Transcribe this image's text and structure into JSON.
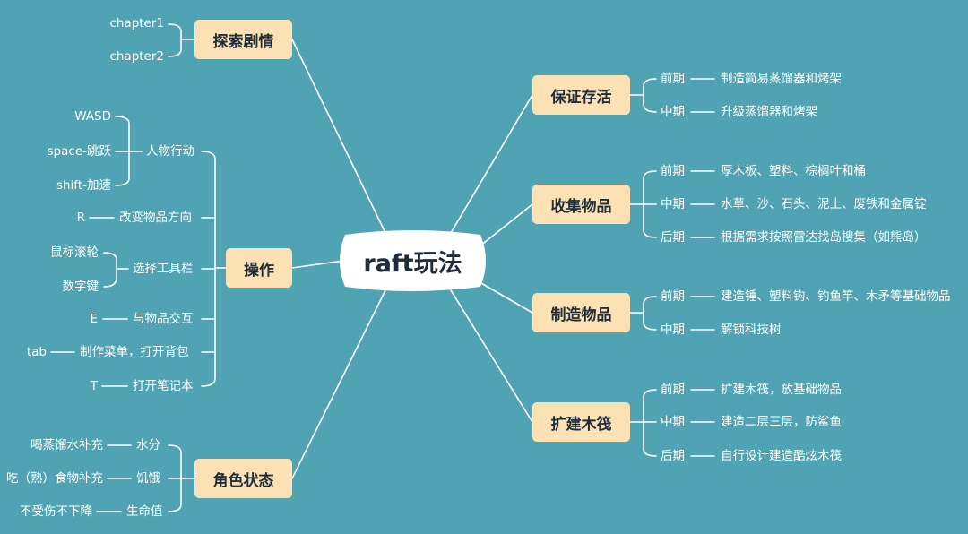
{
  "center": "raft玩法",
  "left": {
    "explore": {
      "label": "探索剧情",
      "items": [
        "chapter1",
        "chapter2"
      ]
    },
    "controls": {
      "label": "操作",
      "move": {
        "label": "人物行动",
        "items": [
          "WASD",
          "space-跳跃",
          "shift-加速"
        ]
      },
      "rotate": {
        "key": "R",
        "label": "改变物品方向"
      },
      "tool": {
        "label": "选择工具栏",
        "items": [
          "鼠标滚轮",
          "数字键"
        ]
      },
      "interact": {
        "key": "E",
        "label": "与物品交互"
      },
      "craft": {
        "key": "tab",
        "label": "制作菜单，打开背包"
      },
      "notes": {
        "key": "T",
        "label": "打开笔记本"
      }
    },
    "status": {
      "label": "角色状态",
      "items": [
        {
          "label": "水分",
          "note": "喝蒸馏水补充"
        },
        {
          "label": "饥饿",
          "note": "吃（熟）食物补充"
        },
        {
          "label": "生命值",
          "note": "不受伤不下降"
        }
      ]
    }
  },
  "right": {
    "survive": {
      "label": "保证存活",
      "stages": [
        {
          "phase": "前期",
          "text": "制造简易蒸馏器和烤架"
        },
        {
          "phase": "中期",
          "text": "升级蒸馏器和烤架"
        }
      ]
    },
    "collect": {
      "label": "收集物品",
      "stages": [
        {
          "phase": "前期",
          "text": "厚木板、塑料、棕榈叶和桶"
        },
        {
          "phase": "中期",
          "text": "水草、沙、石头、泥土、废铁和金属锭"
        },
        {
          "phase": "后期",
          "text": "根据需求按照雷达找岛搜集（如熊岛）"
        }
      ]
    },
    "make": {
      "label": "制造物品",
      "stages": [
        {
          "phase": "前期",
          "text": "建造锤、塑料钩、钓鱼竿、木矛等基础物品"
        },
        {
          "phase": "中期",
          "text": "解锁科技树"
        }
      ]
    },
    "expand": {
      "label": "扩建木筏",
      "stages": [
        {
          "phase": "前期",
          "text": "扩建木筏，放基础物品"
        },
        {
          "phase": "中期",
          "text": "建造二层三层，防鲨鱼"
        },
        {
          "phase": "后期",
          "text": "自行设计建造酷炫木筏"
        }
      ]
    }
  },
  "colors": {
    "background": "#4fa3b3",
    "box": "#fce1b4",
    "center": "#ffffff",
    "line": "#ffffff"
  }
}
